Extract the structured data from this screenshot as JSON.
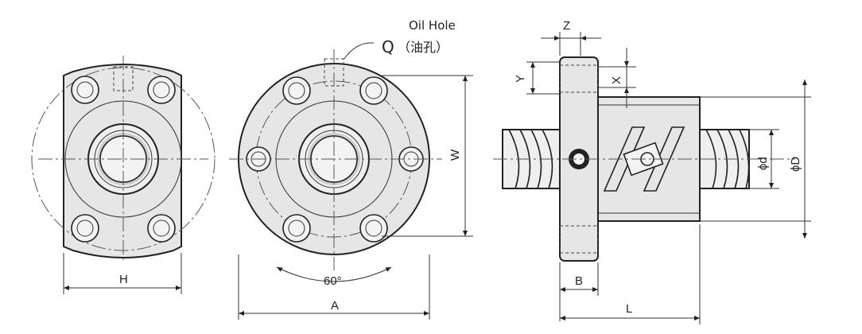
{
  "labels": {
    "oil_hole": "Oil Hole",
    "q": "Q",
    "q_cn": "（油孔）",
    "h": "H",
    "a": "A",
    "angle": "60°",
    "w": "W",
    "z": "Z",
    "y": "Y",
    "x": "X",
    "b": "B",
    "l": "L",
    "d_small": "ϕd",
    "d_large": "ϕD"
  },
  "colors": {
    "line": "#222222",
    "fill": "#e6e6e6"
  }
}
